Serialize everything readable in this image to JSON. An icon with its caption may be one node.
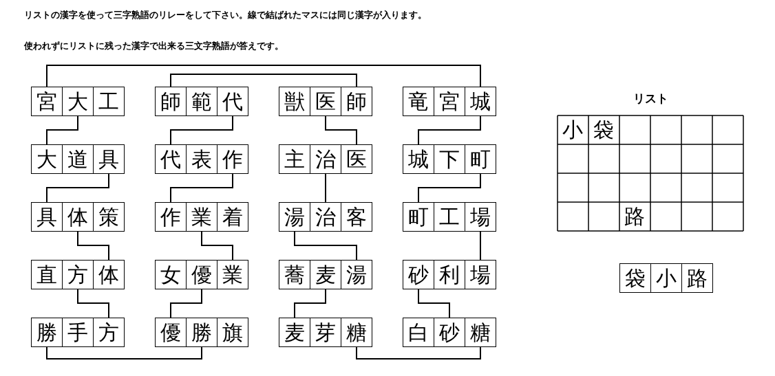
{
  "diagram": {
    "nodes": [
      {
        "text": [
          "宮"
        ]
      },
      {
        "text": [
          "大"
        ]
      },
      {
        "text": [
          "工"
        ]
      },
      {
        "text": [
          "師"
        ]
      },
      {
        "text": [
          "範"
        ]
      },
      {
        "text": [
          "代"
        ]
      },
      {
        "text": [
          "獣"
        ]
      },
      {
        "text": [
          "医"
        ]
      },
      {
        "text": [
          "師"
        ]
      },
      {
        "text": [
          "竜"
        ]
      },
      {
        "text": [
          "宮"
        ]
      },
      {
        "text": [
          "城"
        ]
      },
      {
        "text": [
          "大"
        ]
      },
      {
        "text": [
          "道"
        ]
      },
      {
        "text": [
          "具"
        ]
      },
      {
        "text": [
          "代"
        ]
      },
      {
        "text": [
          "表"
        ]
      },
      {
        "text": [
          "作"
        ]
      },
      {
        "text": [
          "主"
        ]
      },
      {
        "text": [
          "治"
        ]
      },
      {
        "text": [
          "医"
        ]
      },
      {
        "text": [
          "城"
        ]
      },
      {
        "text": [
          "下"
        ]
      },
      {
        "text": [
          "町"
        ]
      },
      {
        "text": [
          "具"
        ]
      },
      {
        "text": [
          "体"
        ]
      },
      {
        "text": [
          "策"
        ]
      },
      {
        "text": [
          "作"
        ]
      },
      {
        "text": [
          "業"
        ]
      },
      {
        "text": [
          "着"
        ]
      },
      {
        "text": [
          "湯"
        ]
      },
      {
        "text": [
          "治"
        ]
      },
      {
        "text": [
          "客"
        ]
      },
      {
        "text": [
          "町"
        ]
      },
      {
        "text": [
          "工"
        ]
      },
      {
        "text": [
          "場"
        ]
      },
      {
        "text": [
          "直"
        ]
      },
      {
        "text": [
          "方"
        ]
      },
      {
        "text": [
          "体"
        ]
      },
      {
        "text": [
          "女"
        ]
      },
      {
        "text": [
          "優"
        ]
      },
      {
        "text": [
          "業"
        ]
      },
      {
        "text": [
          "蕎"
        ]
      },
      {
        "text": [
          "麦"
        ]
      },
      {
        "text": [
          "湯"
        ]
      },
      {
        "text": [
          "砂"
        ]
      },
      {
        "text": [
          "利"
        ]
      },
      {
        "text": [
          "場"
        ]
      },
      {
        "text": [
          "勝"
        ]
      },
      {
        "text": [
          "手"
        ]
      },
      {
        "text": [
          "方"
        ]
      },
      {
        "text": [
          "優"
        ]
      },
      {
        "text": [
          "勝"
        ]
      },
      {
        "text": [
          "旗"
        ]
      },
      {
        "text": [
          "麦"
        ]
      },
      {
        "text": [
          "芽"
        ]
      },
      {
        "text": [
          "糖"
        ]
      },
      {
        "text": [
          "白"
        ]
      },
      {
        "text": [
          "砂"
        ]
      },
      {
        "text": [
          "糖"
        ]
      },
      {
        "text": [
          "袋"
        ]
      },
      {
        "text": [
          "小"
        ]
      },
      {
        "text": [
          "路"
        ]
      }
    ],
    "edges": [
      {
        "from": 0,
        "to": 11,
        "arrow": "none"
      },
      {
        "from": 3,
        "to": 8,
        "arrow": "none"
      },
      {
        "from": 1,
        "to": 12,
        "arrow": "none"
      },
      {
        "from": 5,
        "to": 15,
        "arrow": "none"
      },
      {
        "from": 7,
        "to": 20,
        "arrow": "none"
      },
      {
        "from": 11,
        "to": 21,
        "arrow": "none"
      },
      {
        "from": 14,
        "to": 24,
        "arrow": "none"
      },
      {
        "from": 17,
        "to": 27,
        "arrow": "none"
      },
      {
        "from": 19,
        "to": 31,
        "arrow": "none"
      },
      {
        "from": 23,
        "to": 33,
        "arrow": "none"
      },
      {
        "from": 25,
        "to": 38,
        "arrow": "none"
      },
      {
        "from": 28,
        "to": 41,
        "arrow": "none"
      },
      {
        "from": 30,
        "to": 44,
        "arrow": "none"
      },
      {
        "from": 35,
        "to": 47,
        "arrow": "none"
      },
      {
        "from": 37,
        "to": 50,
        "arrow": "none"
      },
      {
        "from": 40,
        "to": 51,
        "arrow": "none"
      },
      {
        "from": 43,
        "to": 54,
        "arrow": "none"
      },
      {
        "from": 45,
        "to": 58,
        "arrow": "none"
      },
      {
        "from": 48,
        "to": 52,
        "arrow": "none"
      },
      {
        "from": 56,
        "to": 59,
        "arrow": "none"
      }
    ],
    "labels": [
      "リストの漢字を使って三字熟語のリレーをして下さい。線で結ばれたマスには同じ漢字が入ります。",
      "使われずにリストに残った漢字で出来る三文字熟語が答えです。",
      "リスト",
      "小",
      "袋",
      "路"
    ]
  }
}
